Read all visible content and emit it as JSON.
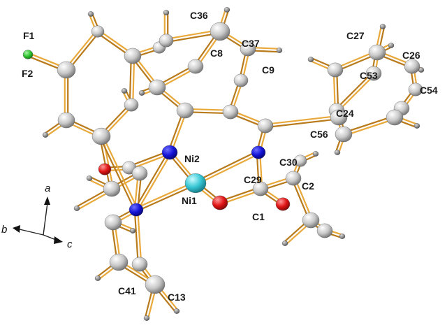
{
  "figure": {
    "atom_labels": {
      "F1": "F1",
      "F2": "F2",
      "C36": "C36",
      "C8": "C8",
      "C37": "C37",
      "C9": "C9",
      "C27": "C27",
      "C26": "C26",
      "C53": "C53",
      "C54": "C54",
      "C24": "C24",
      "C56": "C56",
      "Ni2": "Ni2",
      "Ni1": "Ni1",
      "C30": "C30",
      "C29": "C29",
      "C2": "C2",
      "C1": "C1",
      "C41": "C41",
      "C13": "C13"
    },
    "axes": {
      "a": "a",
      "b": "b",
      "c": "c"
    }
  },
  "colors": {
    "bond": "#e9a93a",
    "bond_edge": "#b87a1a",
    "carbon": "#c9c9c9",
    "hydrogen": "#8f8f8f",
    "nitrogen": "#1a1adb",
    "oxygen": "#e01818",
    "fluorine": "#2fc42f",
    "nickel": "#39c9d6"
  }
}
